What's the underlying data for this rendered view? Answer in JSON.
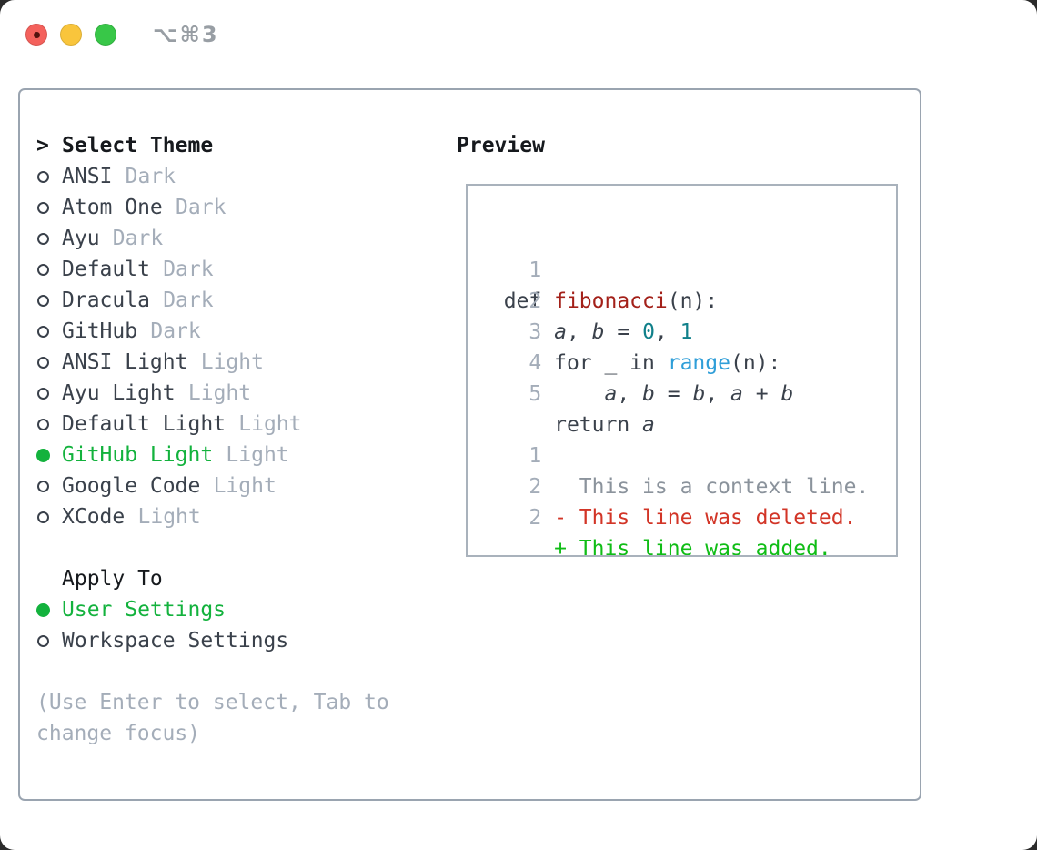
{
  "window": {
    "title": "⌥⌘3"
  },
  "traffic_lights": {
    "close": "close-button",
    "minimize": "minimize-button",
    "zoom": "zoom-button"
  },
  "theme_picker": {
    "header": {
      "prompt": ">",
      "label": "Select Theme"
    },
    "items": [
      {
        "name": "ANSI",
        "variant": "Dark",
        "selected": false
      },
      {
        "name": "Atom One",
        "variant": "Dark",
        "selected": false
      },
      {
        "name": "Ayu",
        "variant": "Dark",
        "selected": false
      },
      {
        "name": "Default",
        "variant": "Dark",
        "selected": false
      },
      {
        "name": "Dracula",
        "variant": "Dark",
        "selected": false
      },
      {
        "name": "GitHub",
        "variant": "Dark",
        "selected": false
      },
      {
        "name": "ANSI Light",
        "variant": "Light",
        "selected": false
      },
      {
        "name": "Ayu Light",
        "variant": "Light",
        "selected": false
      },
      {
        "name": "Default Light",
        "variant": "Light",
        "selected": false
      },
      {
        "name": "GitHub Light",
        "variant": "Light",
        "selected": true
      },
      {
        "name": "Google Code",
        "variant": "Light",
        "selected": false
      },
      {
        "name": "XCode",
        "variant": "Light",
        "selected": false
      }
    ],
    "apply_to": {
      "label": "Apply To",
      "options": [
        {
          "label": "User Settings",
          "selected": true
        },
        {
          "label": "Workspace Settings",
          "selected": false
        }
      ]
    },
    "hint": "(Use Enter to select, Tab to change focus)"
  },
  "preview": {
    "label": "Preview",
    "lines": [
      {
        "num": "1",
        "segments": [
          {
            "text": "def ",
            "style": "plain"
          },
          {
            "text": "fibonacci",
            "style": "func"
          },
          {
            "text": "(n):",
            "style": "plain"
          }
        ]
      },
      {
        "num": "2",
        "segments": [
          {
            "text": "    ",
            "style": "plain"
          },
          {
            "text": "a",
            "style": "var"
          },
          {
            "text": ", ",
            "style": "plain"
          },
          {
            "text": "b",
            "style": "var"
          },
          {
            "text": " = ",
            "style": "plain"
          },
          {
            "text": "0",
            "style": "number"
          },
          {
            "text": ", ",
            "style": "plain"
          },
          {
            "text": "1",
            "style": "number"
          }
        ]
      },
      {
        "num": "3",
        "segments": [
          {
            "text": "    for _ in ",
            "style": "plain"
          },
          {
            "text": "range",
            "style": "builtin"
          },
          {
            "text": "(n):",
            "style": "plain"
          }
        ]
      },
      {
        "num": "4",
        "segments": [
          {
            "text": "        ",
            "style": "plain"
          },
          {
            "text": "a",
            "style": "var"
          },
          {
            "text": ", ",
            "style": "plain"
          },
          {
            "text": "b",
            "style": "var"
          },
          {
            "text": " = ",
            "style": "plain"
          },
          {
            "text": "b",
            "style": "var"
          },
          {
            "text": ", ",
            "style": "plain"
          },
          {
            "text": "a",
            "style": "var"
          },
          {
            "text": " + ",
            "style": "plain"
          },
          {
            "text": "b",
            "style": "var"
          }
        ]
      },
      {
        "num": "5",
        "segments": [
          {
            "text": "    return ",
            "style": "plain"
          },
          {
            "text": "a",
            "style": "var"
          }
        ]
      },
      {
        "num": "",
        "segments": []
      },
      {
        "num": "1",
        "segments": [
          {
            "text": "      This is a context line.",
            "style": "context"
          }
        ]
      },
      {
        "num": "2",
        "segments": [
          {
            "text": "    - This line was deleted.",
            "style": "deleted"
          }
        ]
      },
      {
        "num": "2",
        "segments": [
          {
            "text": "    + This line was added.",
            "style": "added"
          }
        ]
      }
    ]
  },
  "colors": {
    "page_bg": "#2b2b2b",
    "window_bg": "#ffffff",
    "panel_border": "#9aa4b0",
    "box_border": "#a9b2bc",
    "text_heading": "#16191d",
    "text_dark": "#3a414b",
    "text_muted": "#a4adb9",
    "selection_green": "#13b23d",
    "added_green": "#10bd16",
    "deleted_red": "#d23527",
    "func_red": "#a32019",
    "number_teal": "#10808a",
    "builtin_blue": "#2f9ed8",
    "context_gray": "#8b939c",
    "traffic_red": "#f4615c",
    "traffic_red_dot": "#53120e",
    "traffic_yellow": "#f9c53c",
    "traffic_green": "#38c748",
    "title_gray": "#989ea4"
  }
}
